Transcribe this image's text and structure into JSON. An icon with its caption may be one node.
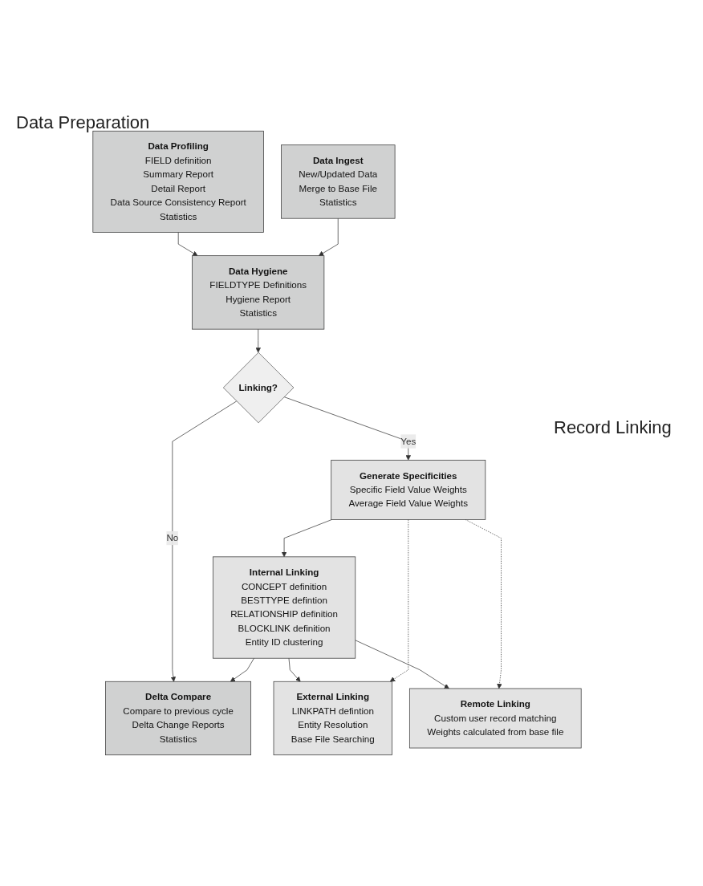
{
  "diagram": {
    "nodes": [
      {
        "text": [
          "Data Profiling",
          "FIELD definition",
          "Summary Report",
          "Detail Report",
          "Data Source Consistency Report",
          "Statistics"
        ]
      },
      {
        "text": [
          "Data Ingest",
          "New/Updated Data",
          "Merge to Base File",
          "Statistics"
        ]
      },
      {
        "text": [
          "Data Hygiene",
          "FIELDTYPE Definitions",
          "Hygiene Report",
          "Statistics"
        ]
      },
      {
        "text": [
          "Linking?"
        ]
      },
      {
        "text": [
          "Generate Specificities",
          "Specific Field Value Weights",
          "Average Field Value Weights"
        ]
      },
      {
        "text": [
          "Internal Linking",
          "CONCEPT definition",
          "BESTTYPE defintion",
          "RELATIONSHIP definition",
          "BLOCKLINK definition",
          "Entity ID clustering"
        ]
      },
      {
        "text": [
          "Delta Compare",
          "Compare to previous cycle",
          "Delta Change Reports",
          "Statistics"
        ]
      },
      {
        "text": [
          "External Linking",
          "LINKPATH defintion",
          "Entity Resolution",
          "Base File Searching"
        ]
      },
      {
        "text": [
          "Remote Linking",
          "Custom user record matching",
          "Weights calculated from base file"
        ]
      }
    ],
    "edges": [
      {
        "from": 0,
        "to": 2,
        "arrow": "to"
      },
      {
        "from": 1,
        "to": 2,
        "arrow": "to"
      },
      {
        "from": 2,
        "to": 3,
        "arrow": "to"
      },
      {
        "from": 3,
        "to": 6,
        "arrow": "to",
        "label": "No"
      },
      {
        "from": 3,
        "to": 4,
        "arrow": "to",
        "label": "Yes"
      },
      {
        "from": 4,
        "to": 5,
        "arrow": "to"
      },
      {
        "from": 5,
        "to": 6,
        "arrow": "to"
      },
      {
        "from": 5,
        "to": 7,
        "arrow": "to"
      },
      {
        "from": 5,
        "to": 8,
        "arrow": "to"
      },
      {
        "from": 4,
        "to": 8,
        "arrow": "to",
        "style": "dashed"
      },
      {
        "from": 4,
        "to": 7,
        "arrow": "to",
        "style": "dashed"
      }
    ],
    "labels": [
      "Data Preparation",
      "Record Linking"
    ]
  }
}
